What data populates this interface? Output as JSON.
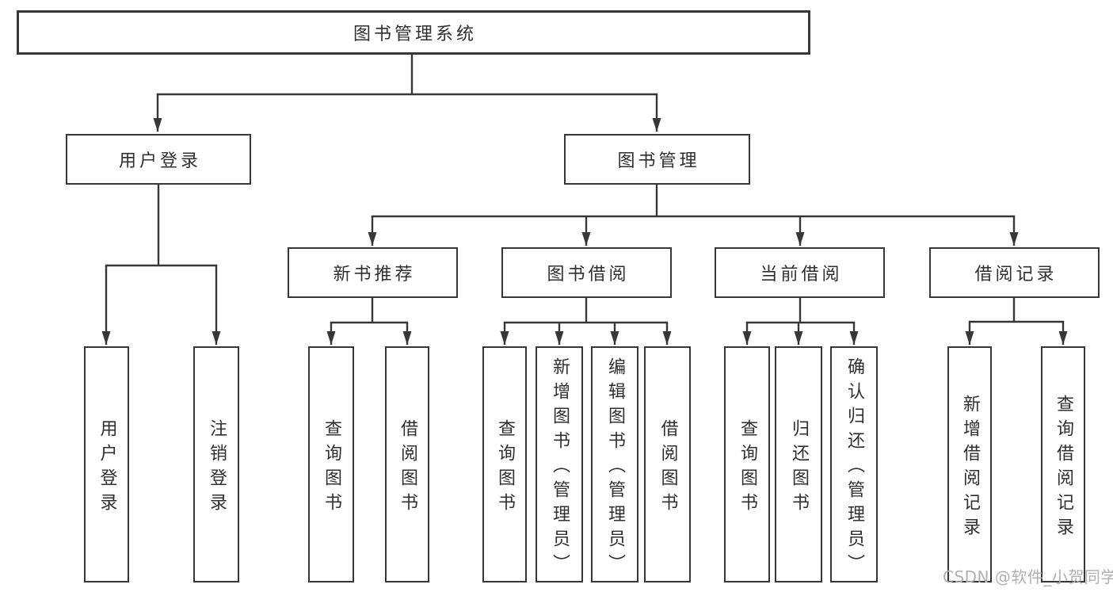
{
  "diagram_title": "图书管理系统",
  "nodes": {
    "root": "图书管理系统",
    "user_login": "用户登录",
    "book_mgmt": "图书管理",
    "new_book_rec": "新书推荐",
    "book_borrow": "图书借阅",
    "current_borrow": "当前借阅",
    "borrow_record": "借阅记录",
    "leaf_user_login": "用户登录",
    "leaf_logout": "注销登录",
    "leaf_rec_query_book": "查询图书",
    "leaf_rec_borrow_book": "借阅图书",
    "leaf_bb_query_book": "查询图书",
    "leaf_bb_add_book": "新增图书（管理员）",
    "leaf_bb_edit_book": "编辑图书（管理员）",
    "leaf_bb_borrow_book": "借阅图书",
    "leaf_cb_query_book": "查询图书",
    "leaf_cb_return_book": "归还图书",
    "leaf_cb_confirm_return": "确认归还（管理员）",
    "leaf_br_add_record": "新增借阅记录",
    "leaf_br_query_record": "查询借阅记录"
  },
  "hierarchy": {
    "图书管理系统": {
      "用户登录": [
        "用户登录",
        "注销登录"
      ],
      "图书管理": {
        "新书推荐": [
          "查询图书",
          "借阅图书"
        ],
        "图书借阅": [
          "查询图书",
          "新增图书（管理员）",
          "编辑图书（管理员）",
          "借阅图书"
        ],
        "当前借阅": [
          "查询图书",
          "归还图书",
          "确认归还（管理员）"
        ],
        "借阅记录": [
          "新增借阅记录",
          "查询借阅记录"
        ]
      }
    }
  },
  "watermark": "CSDN @软件_小贺同学",
  "colors": {
    "line": "#373737",
    "box_border": "#373737",
    "text": "#2f2f2f",
    "watermark": "#b0b0b0",
    "background": "#ffffff"
  }
}
